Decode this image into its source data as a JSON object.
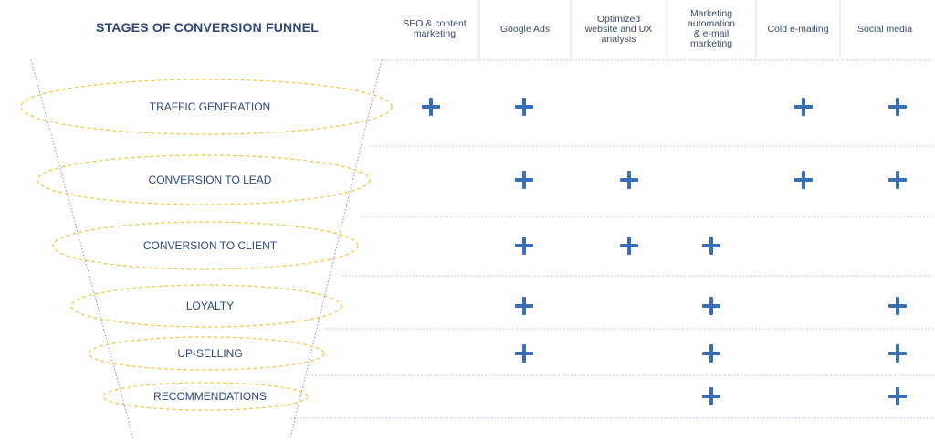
{
  "title": "STAGES OF CONVERSION FUNNEL",
  "colors": {
    "title": "#2d4778",
    "ellipse": "#f4c542",
    "plus": "#3a6db8",
    "divider": "#b4b8e0"
  },
  "columns": [
    {
      "label": "SEO & content\nmarketing"
    },
    {
      "label": "Google Ads"
    },
    {
      "label": "Optimized\nwebsite and UX\nanalysis"
    },
    {
      "label": "Marketing\nautomation\n& e-mail\nmarketing"
    },
    {
      "label": "Cold e-mailing"
    },
    {
      "label": "Social media"
    }
  ],
  "stages": [
    {
      "label": "TRAFFIC GENERATION",
      "marks": [
        true,
        true,
        false,
        false,
        true,
        true
      ]
    },
    {
      "label": "CONVERSION TO LEAD",
      "marks": [
        false,
        true,
        true,
        false,
        true,
        true
      ]
    },
    {
      "label": "CONVERSION TO CLIENT",
      "marks": [
        false,
        true,
        true,
        true,
        false,
        false
      ]
    },
    {
      "label": "LOYALTY",
      "marks": [
        false,
        true,
        false,
        true,
        false,
        true
      ]
    },
    {
      "label": "UP-SELLING",
      "marks": [
        false,
        true,
        false,
        true,
        false,
        true
      ]
    },
    {
      "label": "RECOMMENDATIONS",
      "marks": [
        false,
        false,
        false,
        true,
        false,
        true
      ]
    }
  ],
  "icons": {
    "mark": "plus-icon"
  }
}
